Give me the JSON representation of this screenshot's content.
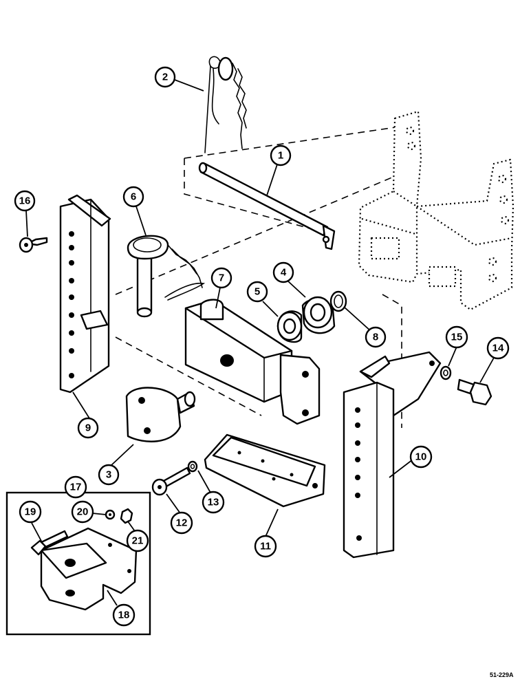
{
  "callouts": [
    {
      "id": "c1",
      "label": "1"
    },
    {
      "id": "c2",
      "label": "2"
    },
    {
      "id": "c3",
      "label": "3"
    },
    {
      "id": "c4",
      "label": "4"
    },
    {
      "id": "c5",
      "label": "5"
    },
    {
      "id": "c6",
      "label": "6"
    },
    {
      "id": "c7",
      "label": "7"
    },
    {
      "id": "c8",
      "label": "8"
    },
    {
      "id": "c9",
      "label": "9"
    },
    {
      "id": "c10",
      "label": "10"
    },
    {
      "id": "c11",
      "label": "11"
    },
    {
      "id": "c12",
      "label": "12"
    },
    {
      "id": "c13",
      "label": "13"
    },
    {
      "id": "c14",
      "label": "14"
    },
    {
      "id": "c15",
      "label": "15"
    },
    {
      "id": "c16",
      "label": "16"
    },
    {
      "id": "c17",
      "label": "17"
    },
    {
      "id": "c18",
      "label": "18"
    },
    {
      "id": "c19",
      "label": "19"
    },
    {
      "id": "c20",
      "label": "20"
    },
    {
      "id": "c21",
      "label": "21"
    }
  ],
  "reference_code": "51-229A"
}
